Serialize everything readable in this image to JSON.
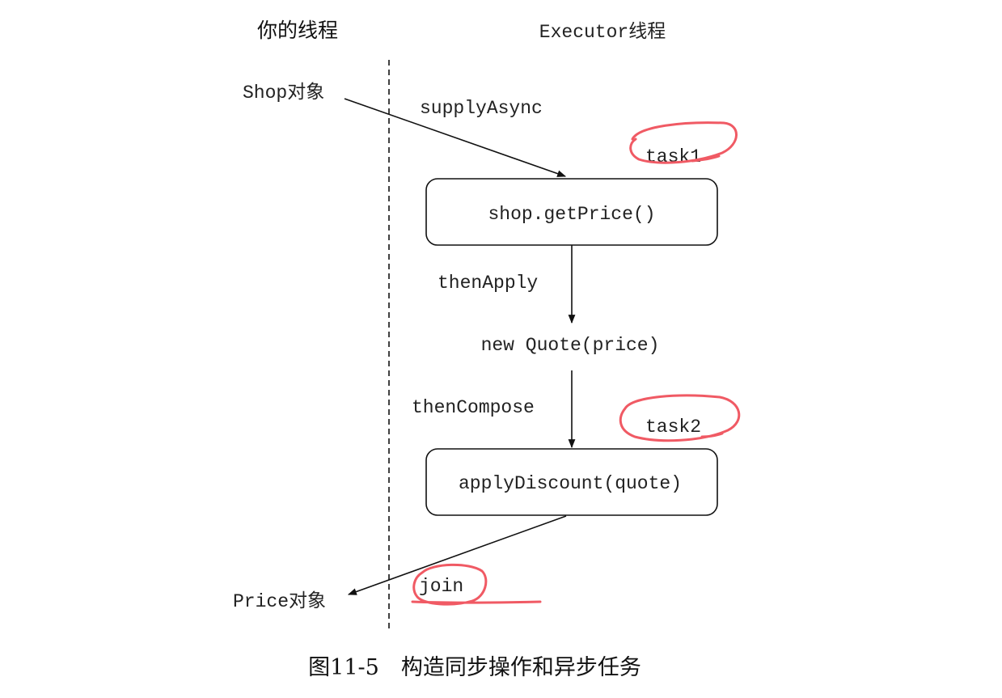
{
  "headings": {
    "your_thread": "你的线程",
    "executor_thread": "Executor线程"
  },
  "actors": {
    "shop": "Shop对象",
    "price": "Price对象"
  },
  "steps": {
    "supply_async": "supplyAsync",
    "then_apply": "thenApply",
    "then_compose": "thenCompose",
    "join": "join"
  },
  "boxes": {
    "get_price": "shop.getPrice()",
    "apply_discount": "applyDiscount(quote)"
  },
  "intermediate": {
    "new_quote": "new Quote(price)"
  },
  "tasks": {
    "task1": "task1",
    "task2": "task2"
  },
  "caption": "图11-5　构造同步操作和异步任务",
  "colors": {
    "annotation": "#f05a64",
    "ink": "#111111"
  }
}
